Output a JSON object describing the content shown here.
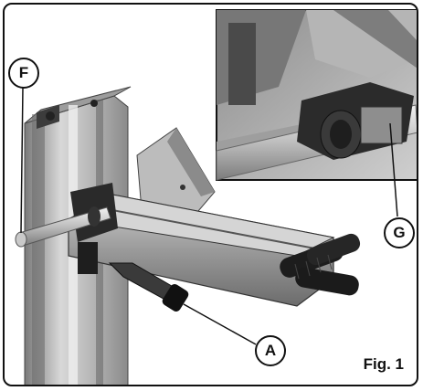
{
  "figure": {
    "label": "Fig. 1"
  },
  "callouts": {
    "f": "F",
    "g": "G",
    "a": "A"
  },
  "colors": {
    "frame": "#111111",
    "metal_light": "#d9d9d9",
    "metal_mid": "#a6a6a6",
    "metal_dark": "#5a5a5a",
    "rubber": "#1d1d1d"
  }
}
